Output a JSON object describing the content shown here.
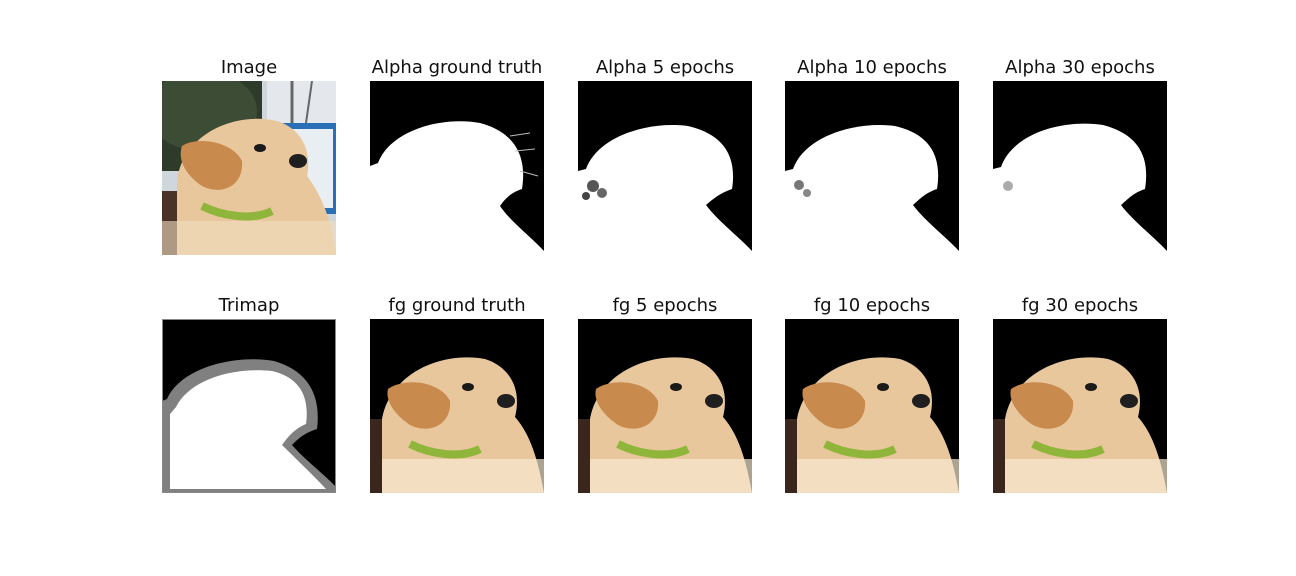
{
  "panels": [
    {
      "id": "image",
      "title": "Image"
    },
    {
      "id": "alpha-gt",
      "title": "Alpha ground truth"
    },
    {
      "id": "alpha-5",
      "title": "Alpha 5 epochs"
    },
    {
      "id": "alpha-10",
      "title": "Alpha 10 epochs"
    },
    {
      "id": "alpha-30",
      "title": "Alpha 30 epochs"
    },
    {
      "id": "trimap",
      "title": "Trimap"
    },
    {
      "id": "fg-gt",
      "title": "fg ground truth"
    },
    {
      "id": "fg-5",
      "title": "fg 5 epochs"
    },
    {
      "id": "fg-10",
      "title": "fg 10 epochs"
    },
    {
      "id": "fg-30",
      "title": "fg 30 epochs"
    }
  ]
}
